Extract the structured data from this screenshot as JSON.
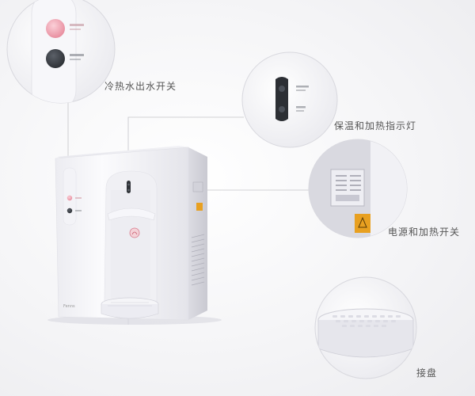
{
  "labels": {
    "water_switch": "冷热水出水开关",
    "indicator_light": "保温和加热指示灯",
    "power_heat_switch": "电源和加热开关",
    "drip_tray": "接盘"
  },
  "brand_mark": "Fenns",
  "colors": {
    "hot_button": "#f2a0ae",
    "cold_button": "#3b3f46",
    "body": "#f7f7fa",
    "warning": "#e8a020",
    "leader_line": "#bbbbbb"
  }
}
